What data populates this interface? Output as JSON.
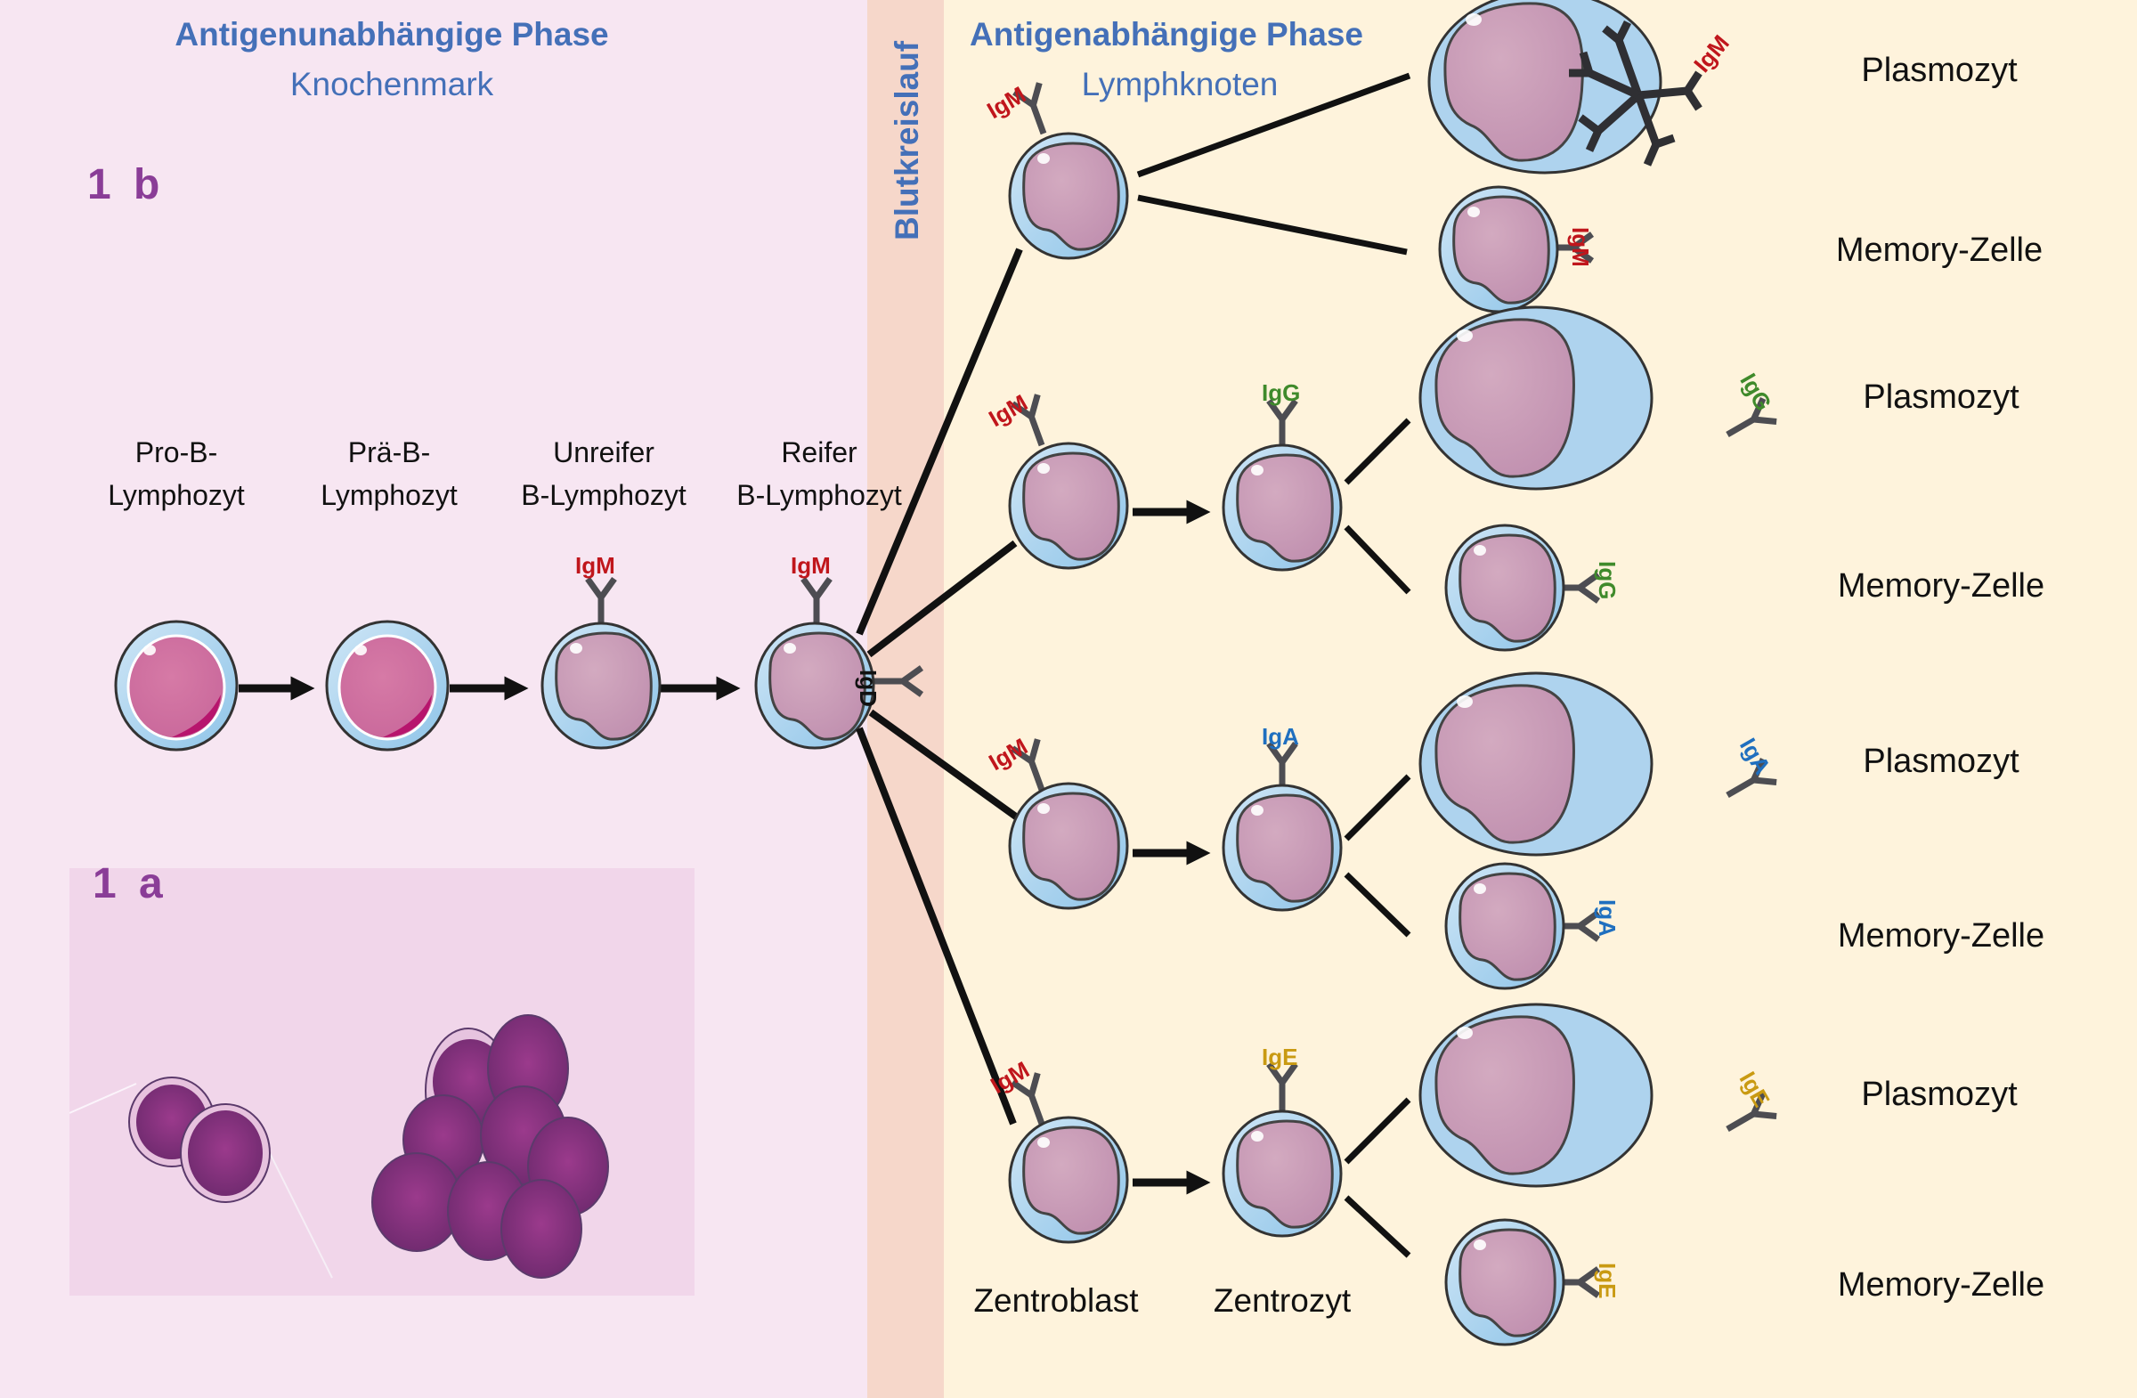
{
  "colors": {
    "bone_marrow_bg": "#f7e6f2",
    "bloodstream_bg": "#f6d7ca",
    "lymph_node_bg": "#fef3dc",
    "title_blue": "#4470b8",
    "figure_label_purple": "#8a3d97",
    "IgM": "#c0161c",
    "IgD": "#111111",
    "IgG": "#3f8a2b",
    "IgA": "#1f6fbf",
    "IgE": "#c99a12"
  },
  "left_panel": {
    "title": "Antigenunabhängige Phase",
    "subtitle": "Knochenmark",
    "figure_label_top": "1 b",
    "figure_label_bottom": "1 a",
    "stages": [
      {
        "line1": "Pro-B-",
        "line2": "Lymphozyt",
        "receptor": ""
      },
      {
        "line1": "Prä-B-",
        "line2": "Lymphozyt",
        "receptor": ""
      },
      {
        "line1": "Unreifer",
        "line2": "B-Lymphozyt",
        "receptor": "IgM"
      },
      {
        "line1": "Reifer",
        "line2": "B-Lymphozyt",
        "receptor": "IgM",
        "side_receptor": "IgD"
      }
    ],
    "micrograph_description": "Lichtmikroskopische Aufnahme von Lymphozyten"
  },
  "middle_band": {
    "label": "Blutkreislauf"
  },
  "right_panel": {
    "title": "Antigenabhängige Phase",
    "subtitle": "Lymphknoten",
    "branches": [
      {
        "initial_receptor": "IgM",
        "switched_receptor": "",
        "plasma_antibody": "IgM",
        "memory_receptor": "IgM",
        "plasma_label": "Plasmozyt",
        "memory_label": "Memory-Zelle"
      },
      {
        "initial_receptor": "IgM",
        "switched_receptor": "IgG",
        "plasma_antibody": "IgG",
        "memory_receptor": "IgG",
        "plasma_label": "Plasmozyt",
        "memory_label": "Memory-Zelle"
      },
      {
        "initial_receptor": "IgM",
        "switched_receptor": "IgA",
        "plasma_antibody": "IgA",
        "memory_receptor": "IgA",
        "plasma_label": "Plasmozyt",
        "memory_label": "Memory-Zelle"
      },
      {
        "initial_receptor": "IgM",
        "switched_receptor": "IgE",
        "plasma_antibody": "IgE",
        "memory_receptor": "IgE",
        "plasma_label": "Plasmozyt",
        "memory_label": "Memory-Zelle"
      }
    ],
    "stage_labels": {
      "centroblast": "Zentroblast",
      "centrocyte": "Zentrozyt"
    }
  }
}
